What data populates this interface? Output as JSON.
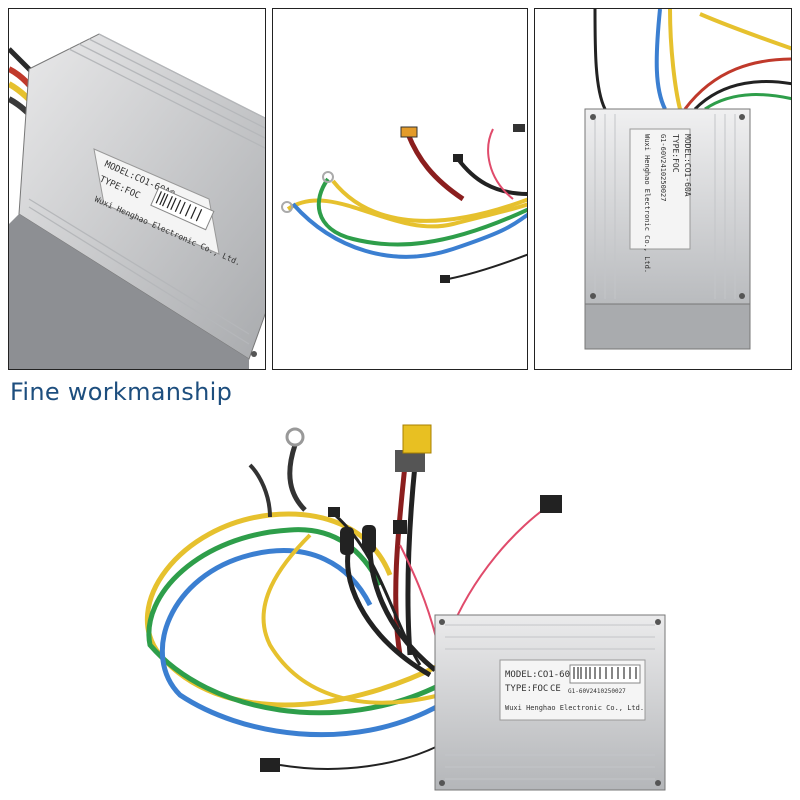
{
  "caption": "Fine workmanship",
  "label": {
    "model": "MODEL:CO1-60A®",
    "type": "TYPE:FOC",
    "ce": "CE",
    "serial": "G1-60V2410250027",
    "maker": "Wuxi Henghao Electronic Co., Ltd."
  }
}
